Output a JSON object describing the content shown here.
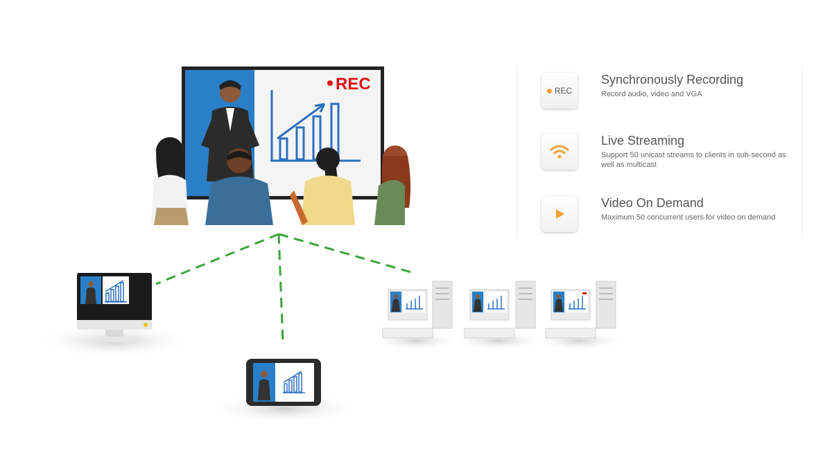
{
  "screen": {
    "rec_label": "REC"
  },
  "features": [
    {
      "icon": "rec-icon",
      "icon_label": "REC",
      "title": "Synchronously Recording",
      "description": "Record audio, video and VGA"
    },
    {
      "icon": "wifi-icon",
      "title": "Live Streaming",
      "description": "Support 50 unicast streams to clients in sub-second as well as multicast"
    },
    {
      "icon": "play-icon",
      "title": "Video On Demand",
      "description": "Maximum 50 concurrent users for video on demand"
    }
  ],
  "colors": {
    "accent": "#f0a030",
    "rec": "#e01010",
    "screen_blue": "#2a7fc8",
    "dash": "#3aa53a"
  }
}
